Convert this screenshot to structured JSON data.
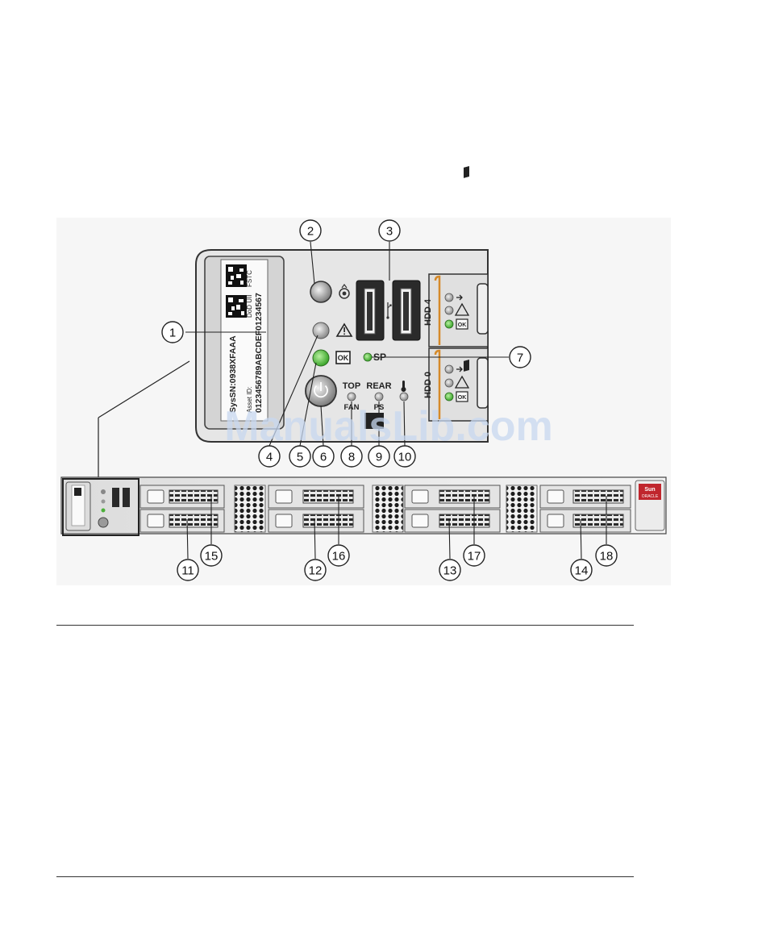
{
  "panel": {
    "label_line1": "FSTC",
    "label_line2": "DoD UII",
    "sysid": "SysSN:0938XFAAA",
    "asset_label": "Asset ID:",
    "asset_id": "0123456789ABCDEF01234567",
    "ok_badge": "OK",
    "sp_label": "SP",
    "top_label": "TOP",
    "fan_label": "FAN",
    "rear_label": "REAR",
    "ps_label": "PS",
    "hdd_upper": "HDD 4",
    "hdd_lower": "HDD 0",
    "led_ok_badge": "OK"
  },
  "brand": {
    "sun": "Sun",
    "oracle": "ORACLE"
  },
  "watermark": "ManualsLib.com",
  "callouts": [
    "1",
    "2",
    "3",
    "4",
    "5",
    "6",
    "7",
    "8",
    "9",
    "10",
    "11",
    "12",
    "13",
    "14",
    "15",
    "16",
    "17",
    "18"
  ]
}
